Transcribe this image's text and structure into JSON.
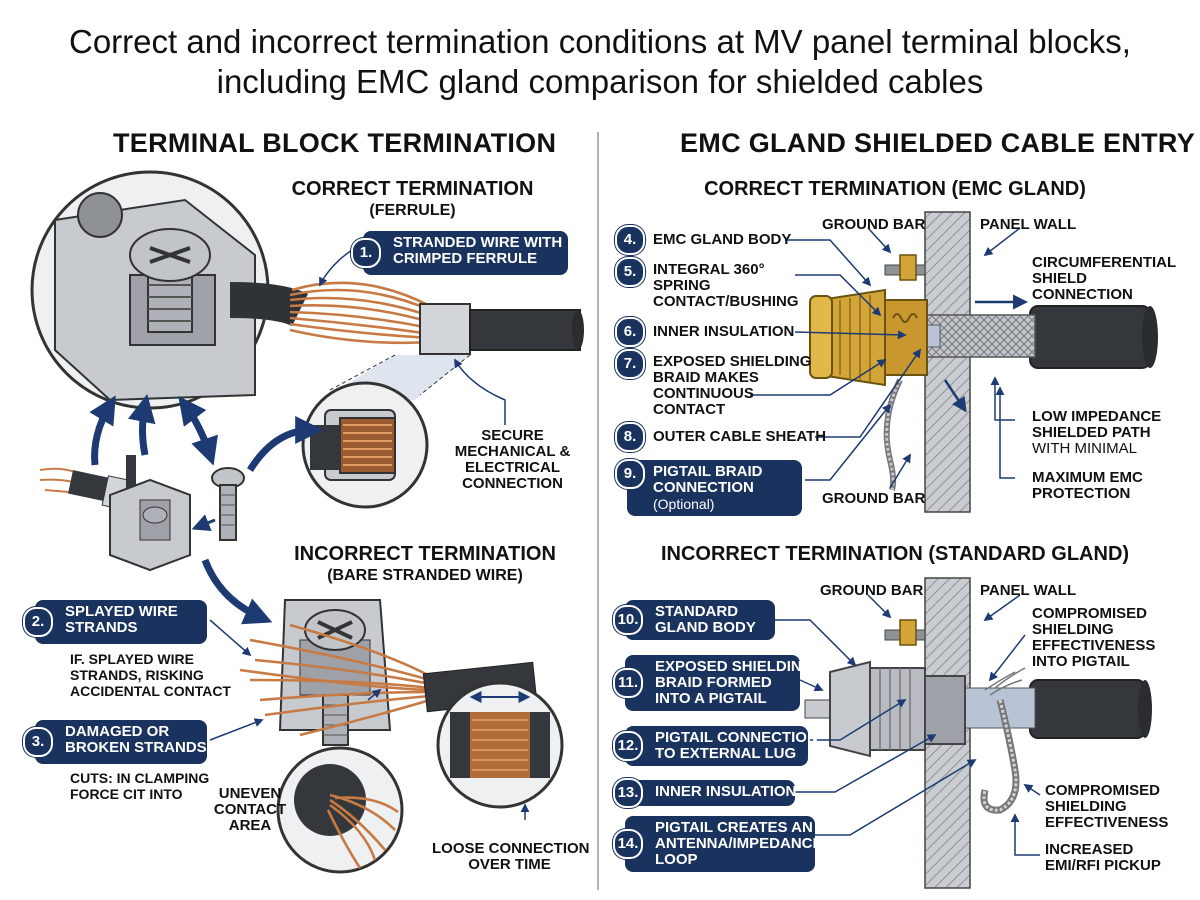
{
  "title_line1": "Correct and incorrect termination conditions at MV panel terminal blocks,",
  "title_line2": "including EMC gland comparison for shielded cables",
  "left": {
    "heading": "TERMINAL BLOCK TERMINATION",
    "correct_title": "CORRECT TERMINATION",
    "correct_note": "(FERRULE)",
    "callout1_num": "1.",
    "callout1_l1": "STRANDED WIRE WITH",
    "callout1_l2": "CRIMPED FERRULE",
    "secure_l1": "SECURE",
    "secure_l2": "MECHANICAL &",
    "secure_l3": "ELECTRICAL",
    "secure_l4": "CONNECTION",
    "incorrect_title": "INCORRECT TERMINATION",
    "incorrect_note": "(BARE STRANDED WIRE)",
    "callout2_num": "2.",
    "callout2_l1": "SPLAYED WIRE",
    "callout2_l2": "STRANDS",
    "note2_l1": "IF. SPLAYED WIRE",
    "note2_l2": "STRANDS, RISKING",
    "note2_l3": "ACCIDENTAL CONTACT",
    "callout3_num": "3.",
    "callout3_l1": "DAMAGED OR",
    "callout3_l2": "BROKEN STRANDS",
    "note3_l1": "CUTS: IN CLAMPING",
    "note3_l2": "FORCE CIT INTO",
    "uneven_l1": "UNEVEN",
    "uneven_l2": "CONTACT",
    "uneven_l3": "AREA",
    "loose_l1": "LOOSE CONNECTION",
    "loose_l2": "OVER TIME"
  },
  "right": {
    "heading": "EMC GLAND SHIELDED CABLE ENTRY",
    "correct_title": "CORRECT TERMINATION (EMC GLAND)",
    "ground_bar_top": "GROUND BAR",
    "panel_wall_top": "PANEL WALL",
    "c4_num": "4.",
    "c4": "EMC GLAND BODY",
    "c5_num": "5.",
    "c5_l1": "INTEGRAL 360°",
    "c5_l2": "SPRING",
    "c5_l3": "CONTACT/BUSHING",
    "c6_num": "6.",
    "c6": "INNER INSULATION",
    "c7_num": "7.",
    "c7_l1": "EXPOSED SHIELDING",
    "c7_l2": "BRAID MAKES",
    "c7_l3": "CONTINUOUS",
    "c7_l4": "CONTACT",
    "c8_num": "8.",
    "c8": "OUTER CABLE SHEATH",
    "c9_num": "9.",
    "c9_l1": "PIGTAIL BRAID",
    "c9_l2": "CONNECTION",
    "c9_l3": "(Optional)",
    "ground_bar_bottom": "GROUND BAR",
    "circ_l1": "CIRCUMFERENTIAL",
    "circ_l2": "SHIELD",
    "circ_l3": "CONNECTION",
    "low_l1": "LOW IMPEDANCE",
    "low_l2": "SHIELDED PATH",
    "low_l3": "WITH MINIMAL",
    "max_l1": "MAXIMUM EMC",
    "max_l2": "PROTECTION",
    "incorrect_title": "INCORRECT TERMINATION (STANDARD GLAND)",
    "ground_bar_2": "GROUND BAR",
    "panel_wall_2": "PANEL WALL",
    "c10_num": "10.",
    "c10_l1": "STANDARD",
    "c10_l2": "GLAND BODY",
    "c11_num": "11.",
    "c11_l1": "EXPOSED SHIELDING",
    "c11_l2": "BRAID FORMED",
    "c11_l3": "INTO A PIGTAIL",
    "c12_num": "12.",
    "c12_l1": "PIGTAIL CONNECTION",
    "c12_l2": "TO EXTERNAL LUG",
    "c13_num": "13.",
    "c13": "INNER INSULATION",
    "c14_num": "14.",
    "c14_l1": "PIGTAIL CREATES AN",
    "c14_l2": "ANTENNA/IMPEDANCE",
    "c14_l3": "LOOP",
    "comp1_l1": "COMPROMISED",
    "comp1_l2": "SHIELDING",
    "comp1_l3": "EFFECTIVENESS",
    "comp1_l4": "INTO PIGTAIL",
    "comp2_l1": "COMPROMISED",
    "comp2_l2": "SHIELDING",
    "comp2_l3": "EFFECTIVENESS",
    "emi_l1": "INCREASED",
    "emi_l2": "EMI/RFI PICKUP"
  },
  "colors": {
    "navy": "#19325e",
    "copper": "#c87a45",
    "brass": "#d3a539",
    "cable": "#3a3d42",
    "steel": "#b8bcc2"
  }
}
